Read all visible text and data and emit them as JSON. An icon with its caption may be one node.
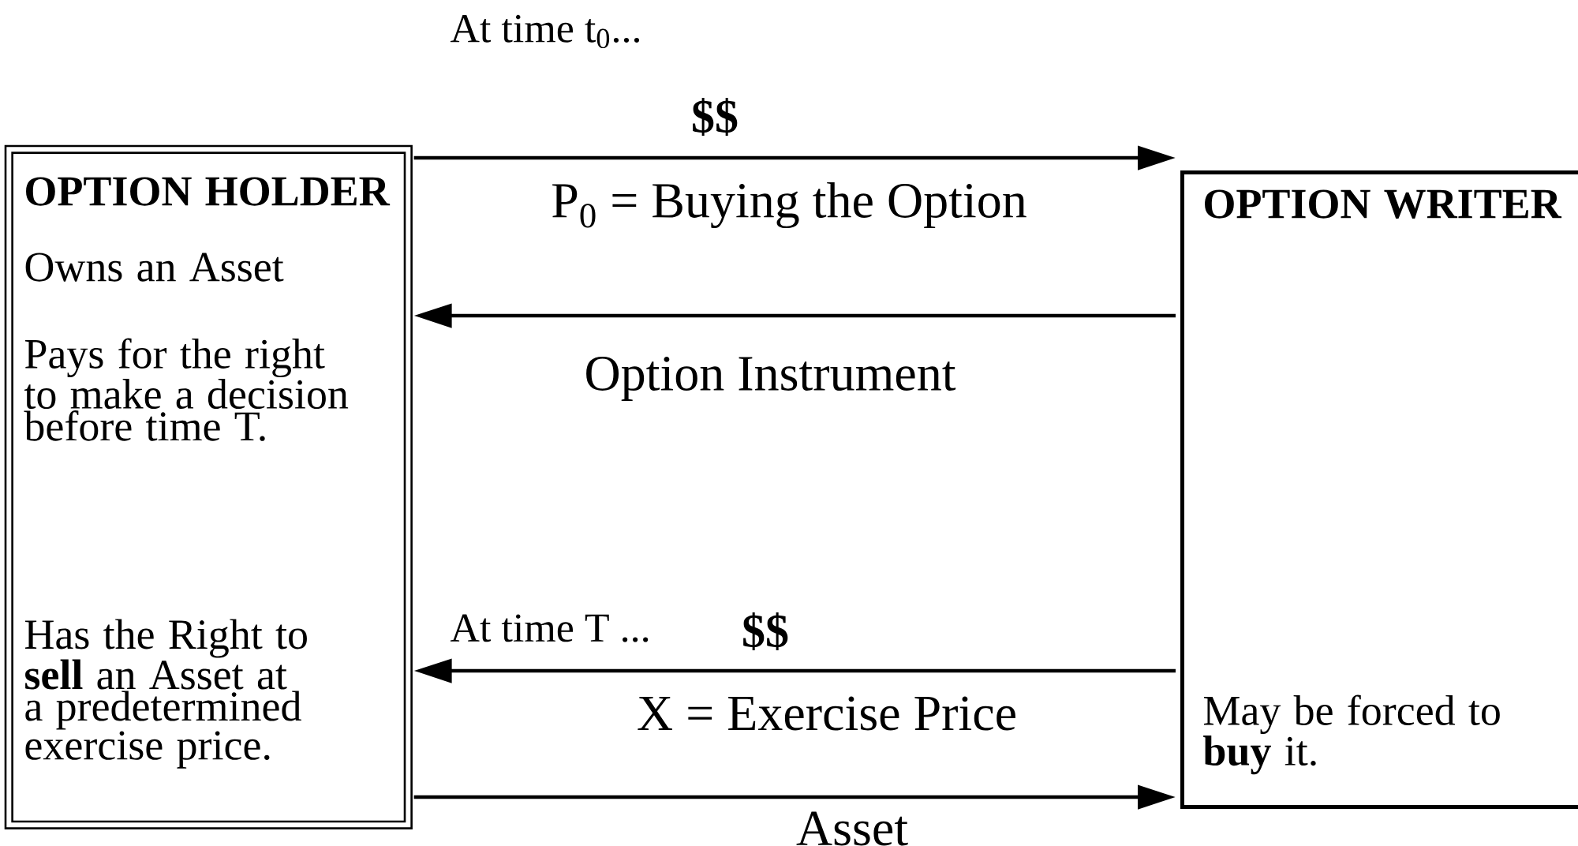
{
  "diagram": {
    "nodes": [
      {
        "text": [
          "OPTION HOLDER",
          "Owns an Asset",
          "Pays for the right to make a decision before time T.",
          "Has the Right to **sell** an Asset at a predetermined exercise price."
        ]
      },
      {
        "text": [
          "OPTION WRITER",
          "May be forced to **buy** it."
        ]
      }
    ],
    "edges": [
      {
        "from": 0,
        "to": 1,
        "arrow": "to",
        "label": "P$_{0}$ = Buying the Option"
      },
      {
        "from": 1,
        "to": 0,
        "arrow": "to",
        "label": "Option Instrument"
      },
      {
        "from": 1,
        "to": 0,
        "arrow": "to",
        "label": "X = Exercise Price"
      },
      {
        "from": 0,
        "to": 1,
        "arrow": "to",
        "label": "Asset"
      }
    ],
    "labels": [
      "At time t$_{0}$...",
      "$$",
      "At time T ...",
      "$$"
    ]
  }
}
